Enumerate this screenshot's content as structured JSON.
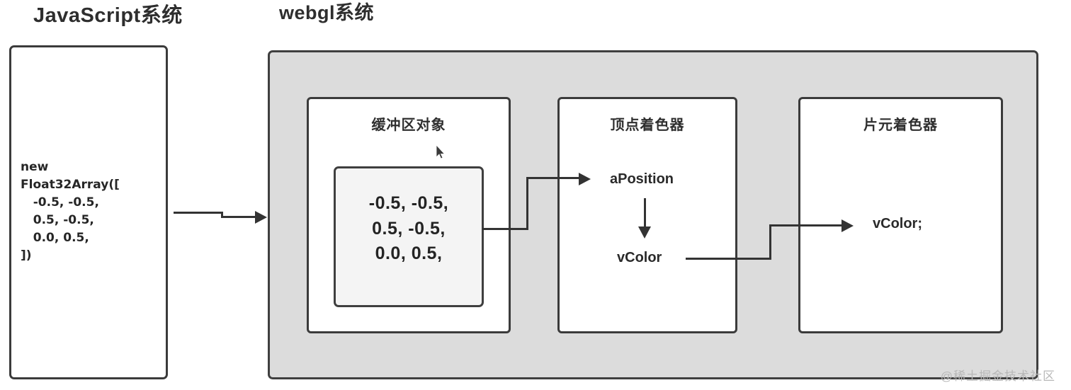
{
  "diagram": {
    "systems": [
      {
        "id": "javascript",
        "title": "JavaScript系统"
      },
      {
        "id": "webgl",
        "title": "webgl系统"
      }
    ],
    "js_panel": {
      "code": "new\nFloat32Array([\n   -0.5, -0.5,\n   0.5, -0.5,\n   0.0, 0.5,\n])"
    },
    "stages": [
      {
        "id": "buffer",
        "title": "缓冲区对象",
        "data_values": "-0.5, -0.5,\n0.5, -0.5,\n0.0, 0.5,"
      },
      {
        "id": "vertex-shader",
        "title": "顶点着色器",
        "input_label": "aPosition",
        "output_label": "vColor"
      },
      {
        "id": "fragment-shader",
        "title": "片元着色器",
        "input_label": "vColor;"
      }
    ],
    "watermark": "@稀土掘金技术社区",
    "colors": {
      "stroke": "#333333",
      "webgl_panel_fill": "#dcdcdc",
      "buffer_data_fill": "#f4f4f4",
      "text": "#2a2a2a",
      "watermark": "#b8b8b8"
    }
  }
}
